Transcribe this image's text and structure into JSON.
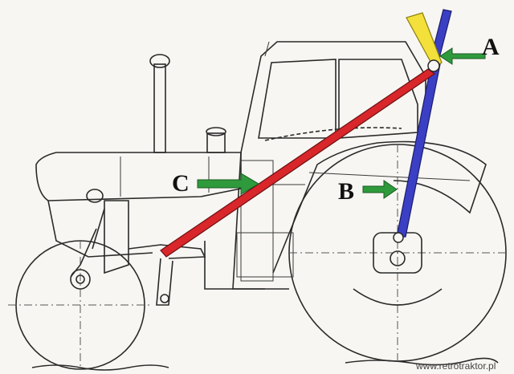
{
  "labels": {
    "a": "A",
    "b": "B",
    "c": "C"
  },
  "watermark": "www.retrotraktor.pl",
  "colors": {
    "link_a_yellow": "#f3e03a",
    "link_b_blue": "#3b3fc4",
    "link_c_red": "#d8262a",
    "arrow_green": "#2f9a3c",
    "ink": "#2a2a2a",
    "paper": "#f7f6f2"
  }
}
